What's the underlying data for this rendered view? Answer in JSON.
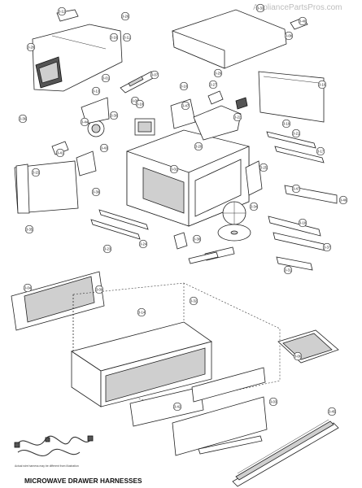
{
  "watermark": "AppliancePartsPros.com",
  "footer": {
    "title": "MICROWAVE DRAWER HARNESSES",
    "note": "Actual wire harness may be different from illustration"
  },
  "callouts": [
    {
      "id": "c01",
      "text": "3-12"
    },
    {
      "id": "c02",
      "text": "3-26"
    },
    {
      "id": "c03",
      "text": "3-11"
    },
    {
      "id": "c04",
      "text": "3-28"
    },
    {
      "id": "c05",
      "text": "3-33"
    },
    {
      "id": "c06",
      "text": "3-08"
    },
    {
      "id": "c07",
      "text": "3-40"
    },
    {
      "id": "c08",
      "text": "3-16"
    },
    {
      "id": "c09",
      "text": "3-01"
    },
    {
      "id": "c10",
      "text": "3-27"
    },
    {
      "id": "c11",
      "text": "3-29"
    },
    {
      "id": "c12",
      "text": "3-16"
    },
    {
      "id": "c13",
      "text": "3-07"
    },
    {
      "id": "c14",
      "text": "3-13"
    },
    {
      "id": "c15",
      "text": "3-05"
    },
    {
      "id": "c16",
      "text": "3-10"
    },
    {
      "id": "c17",
      "text": "3-30"
    },
    {
      "id": "c18",
      "text": "3-44"
    },
    {
      "id": "c19",
      "text": "3-36"
    },
    {
      "id": "c20",
      "text": "3-18"
    },
    {
      "id": "c21",
      "text": "3-47"
    },
    {
      "id": "c22",
      "text": "3-22"
    },
    {
      "id": "c23",
      "text": "3-19"
    },
    {
      "id": "c24",
      "text": "3-21"
    },
    {
      "id": "c25",
      "text": "3-17"
    },
    {
      "id": "c26",
      "text": "3-20"
    },
    {
      "id": "c27",
      "text": "3-15"
    },
    {
      "id": "c28",
      "text": "3-41"
    },
    {
      "id": "c29",
      "text": "3-43"
    },
    {
      "id": "c30",
      "text": "3-02"
    },
    {
      "id": "c31",
      "text": "3-25"
    },
    {
      "id": "c32",
      "text": "3-39"
    },
    {
      "id": "c33",
      "text": "3-47"
    },
    {
      "id": "c34",
      "text": "3-46"
    },
    {
      "id": "c35",
      "text": "3-34"
    },
    {
      "id": "c36",
      "text": "3-18"
    },
    {
      "id": "c37",
      "text": "3-37"
    },
    {
      "id": "c38",
      "text": "3-35"
    },
    {
      "id": "c39",
      "text": "3-38"
    },
    {
      "id": "c40",
      "text": "3-23"
    },
    {
      "id": "c41",
      "text": "3-24"
    },
    {
      "id": "c42",
      "text": "3-31"
    },
    {
      "id": "c43",
      "text": "3-32"
    },
    {
      "id": "c44",
      "text": "3-09"
    },
    {
      "id": "c45",
      "text": "3-04"
    },
    {
      "id": "c46",
      "text": "3-14"
    },
    {
      "id": "c47",
      "text": "3-06"
    },
    {
      "id": "c48",
      "text": "3-42"
    },
    {
      "id": "c49",
      "text": "3-03"
    },
    {
      "id": "c50",
      "text": "3-45"
    }
  ]
}
